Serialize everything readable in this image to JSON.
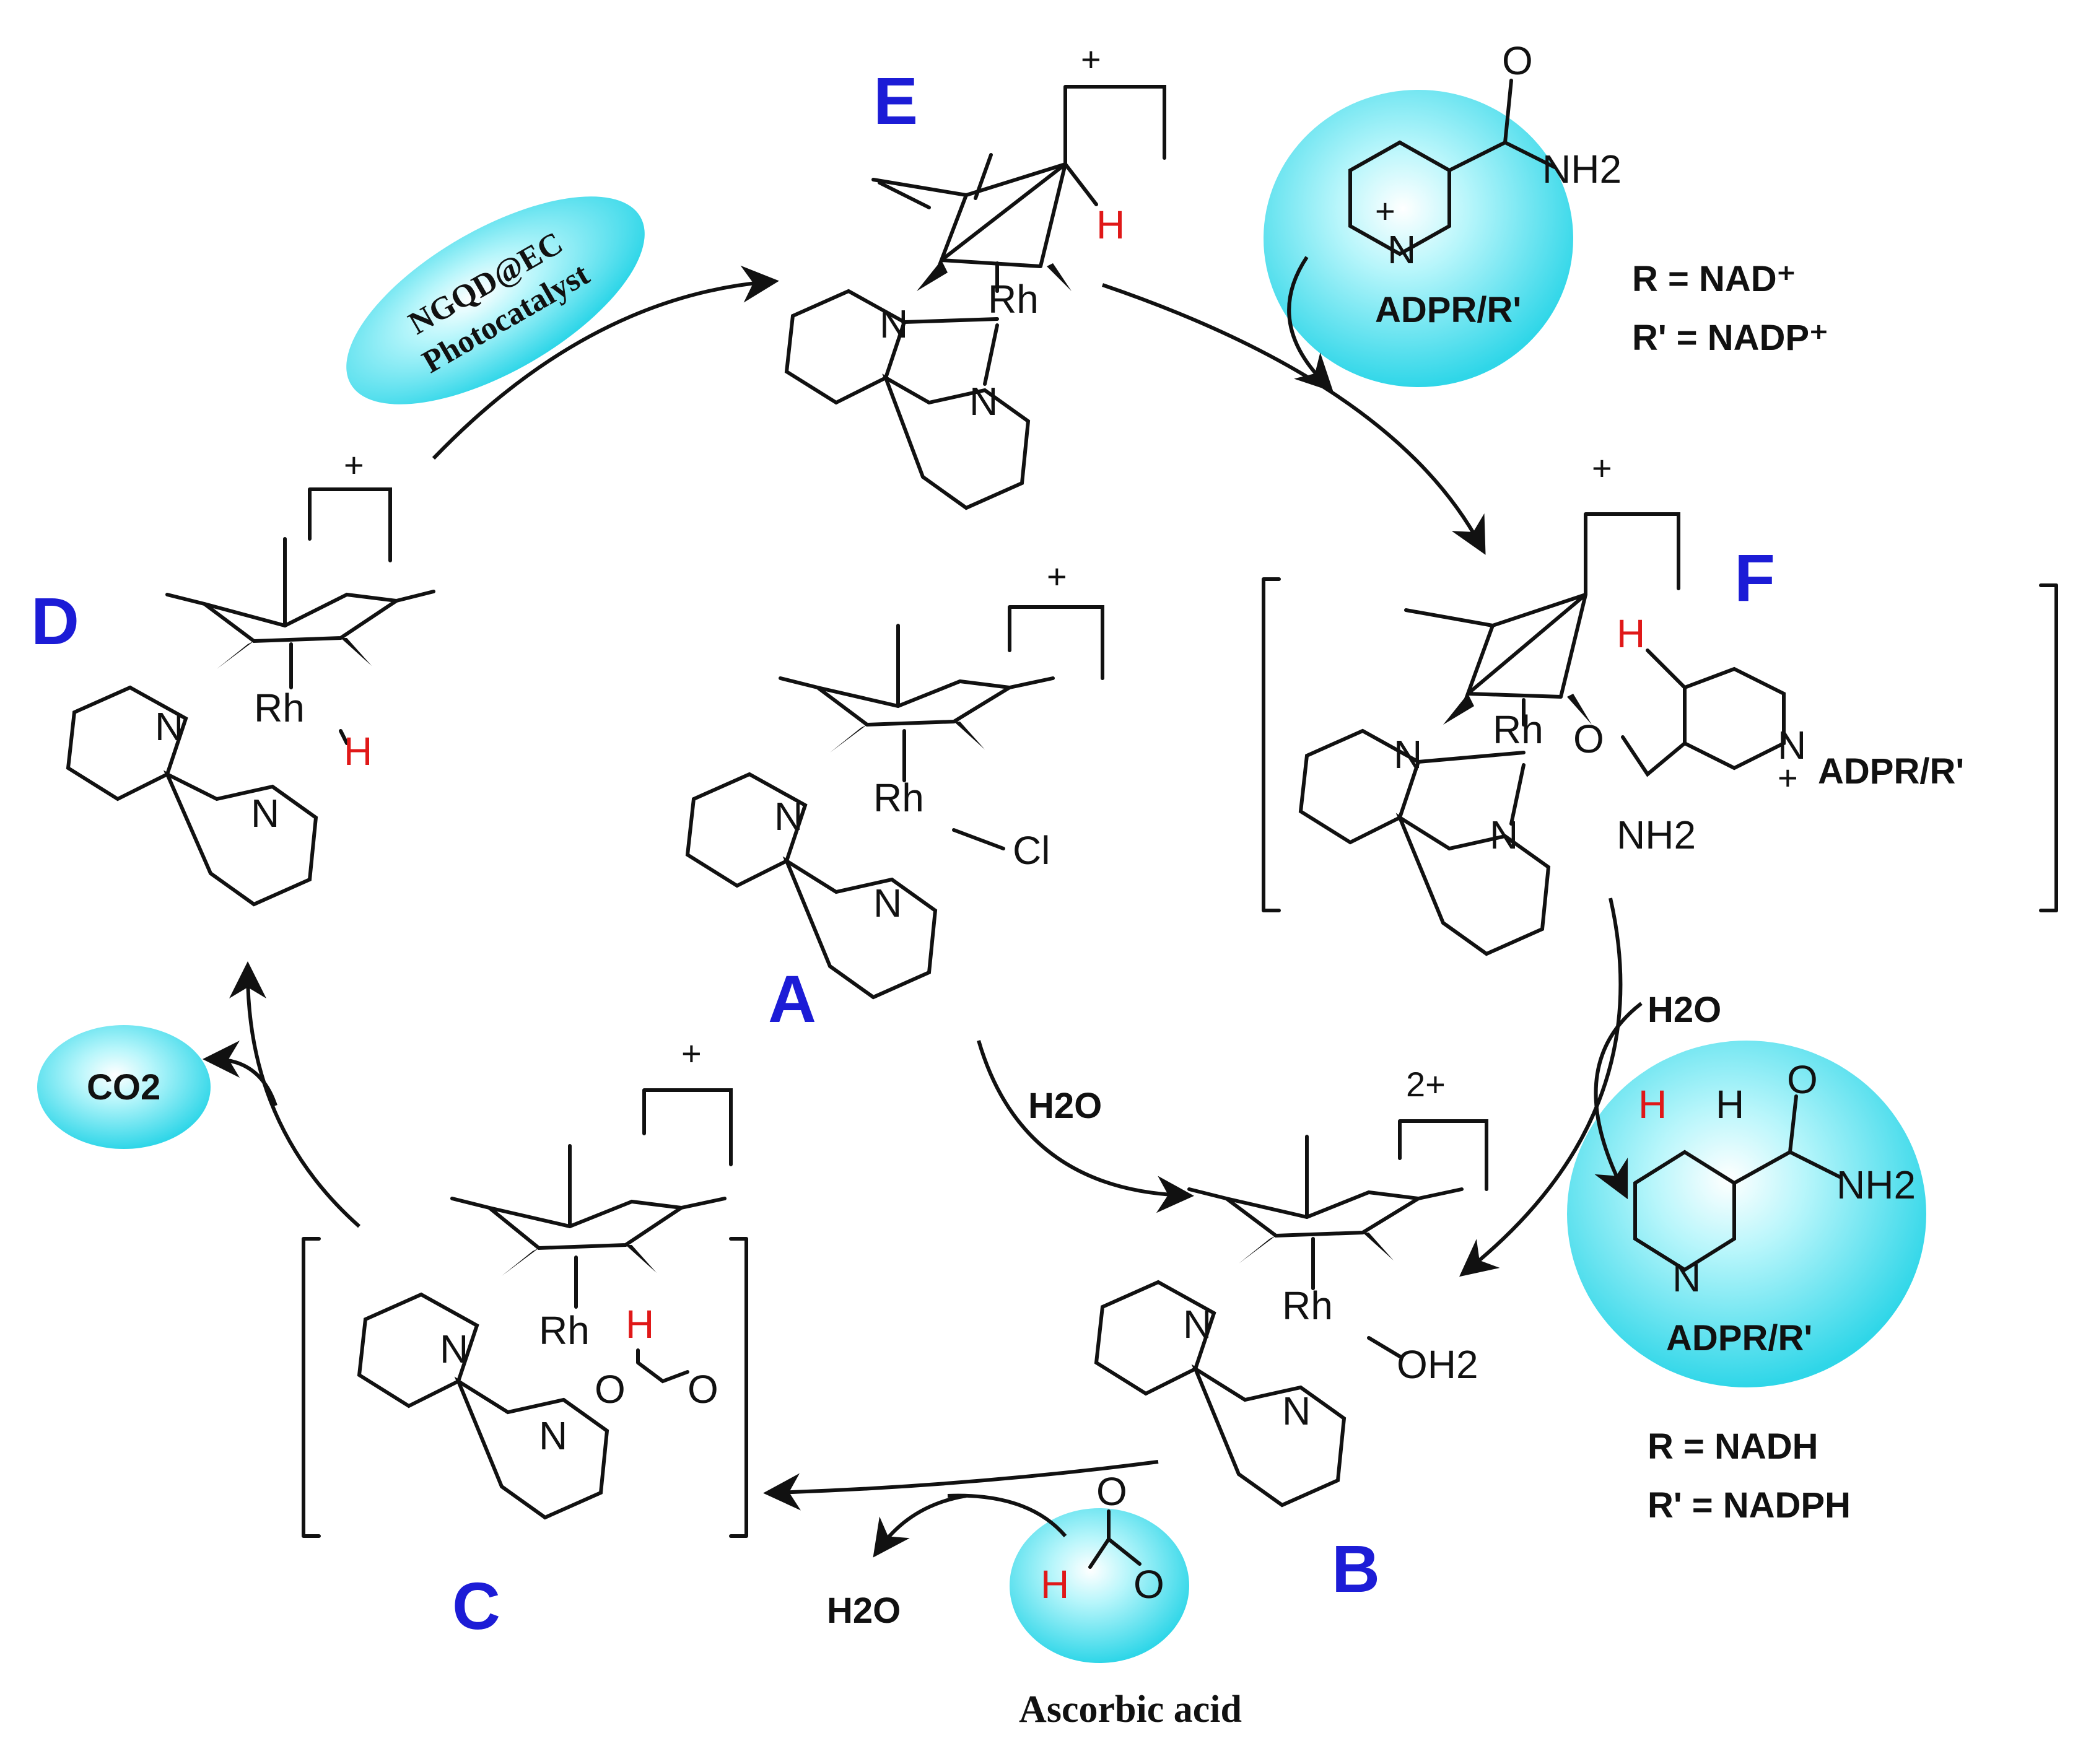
{
  "labels": {
    "A": "A",
    "B": "B",
    "C": "C",
    "D": "D",
    "E": "E",
    "F": "F"
  },
  "atoms": {
    "rh": "Rh",
    "n": "N",
    "h": "H",
    "cl": "Cl",
    "oh2": "OH2",
    "o": "O",
    "nh2": "NH2"
  },
  "charges": {
    "plus": "+",
    "two_plus": "2+"
  },
  "photocatalyst": {
    "line1": "NGQD@EC",
    "line2": "Photocatalyst"
  },
  "reagents": {
    "h2o": "H2O",
    "co2": "CO2",
    "ascorbic": "Ascorbic acid",
    "adpr": "ADPR/R'"
  },
  "definitions": {
    "nad_r": "R = NAD⁺",
    "nad_rp": "R' = NADP⁺",
    "nadh_r": "R = NADH",
    "nadh_rp": "R' = NADPH"
  },
  "colors": {
    "label_blue": "#1c1cd6",
    "hydride_red": "#e01818",
    "bubble_cyan": "#5fe3f0"
  }
}
